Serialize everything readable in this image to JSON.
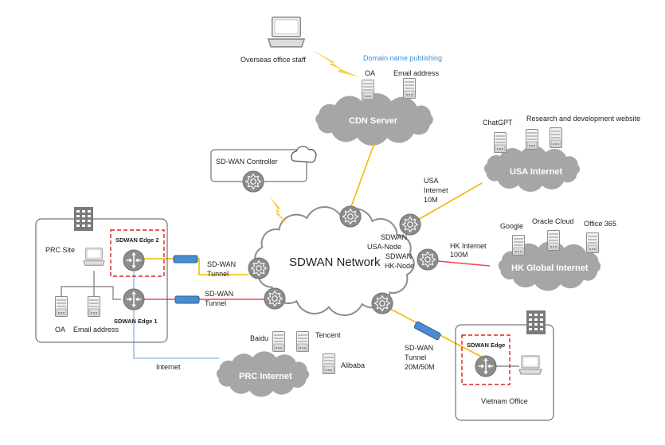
{
  "colors": {
    "tunnel_yellow": "#f5b800",
    "tunnel_red": "#f04848",
    "internet_blue": "#9cc3e6",
    "cloud_gray": "#a6a6a6",
    "device_gray": "#8c8c8c",
    "dashed_red": "#e02020",
    "publish_blue": "#3d8fd8"
  },
  "top": {
    "staff": "Overseas office staff",
    "publishing": "Domain name publishing",
    "oa": "OA",
    "email": "Email address",
    "cdn": "CDN Server"
  },
  "usa": {
    "chatgpt": "ChatGPT",
    "rnd": "Research and development website",
    "cloud": "USA Internet",
    "link1": "USA",
    "link2": "Internet",
    "link3": "10M"
  },
  "controller": {
    "label": "SD-WAN Controller"
  },
  "network": {
    "label": "SDWAN Network",
    "usa_node1": "SDWAN",
    "usa_node2": "USA-Node",
    "hk_node1": "SDWAN",
    "hk_node2": "HK-Node"
  },
  "hk": {
    "link1": "HK Internet",
    "link2": "100M",
    "google": "Google",
    "oracle": "Oracle Cloud",
    "office": "Office 365",
    "cloud": "HK Global Internet"
  },
  "prc_site": {
    "label": "PRC Site",
    "edge2": "SDWAN Edge 2",
    "edge1": "SDWAN Edge 1",
    "oa": "OA",
    "email": "Email address",
    "tunnel1a": "SD-WAN",
    "tunnel1b": "Tunnel",
    "tunnel2a": "SD-WAN",
    "tunnel2b": "Tunnel",
    "internet": "Internet"
  },
  "prc_internet": {
    "cloud": "PRC Internet",
    "baidu": "Baidu",
    "tencent": "Tencent",
    "alibaba": "Alibaba"
  },
  "vietnam": {
    "tunnel1": "SD-WAN",
    "tunnel2": "Tunnel",
    "tunnel3": "20M/50M",
    "edge": "SDWAN Edge",
    "label": "Vietnam Office"
  }
}
